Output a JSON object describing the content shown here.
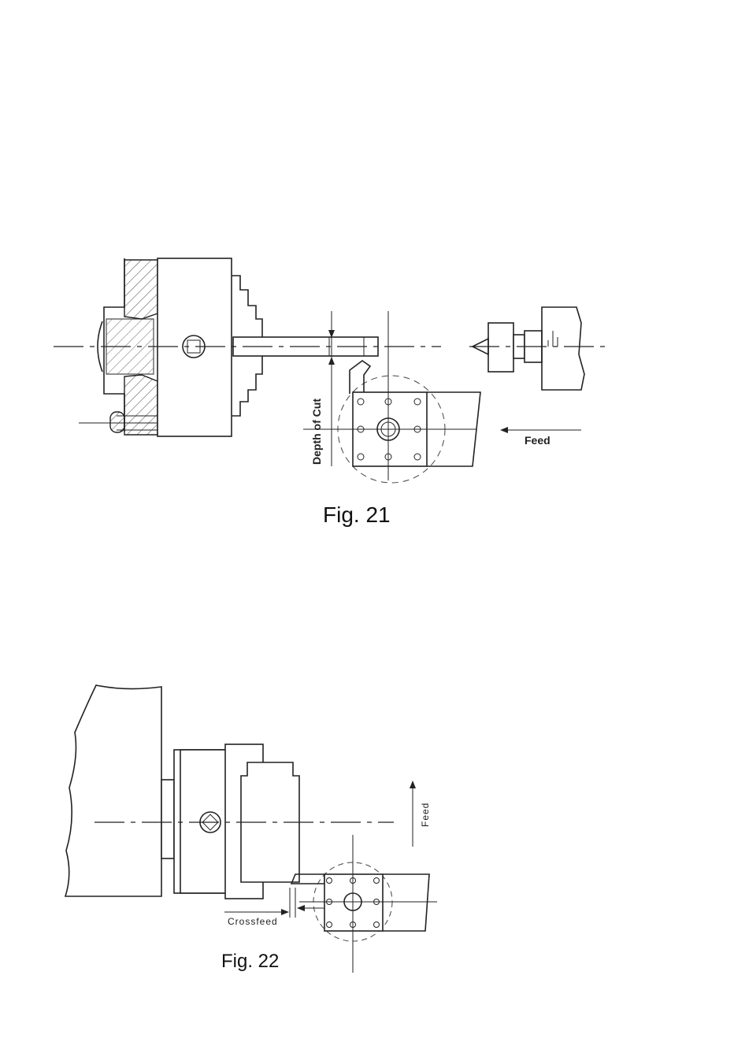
{
  "figures": [
    {
      "caption": "Fig. 21",
      "labels": {
        "depth_of_cut": "Depth of Cut",
        "feed": "Feed"
      }
    },
    {
      "caption": "Fig. 22",
      "labels": {
        "crossfeed": "Crossfeed",
        "feed": "Feed"
      }
    }
  ]
}
